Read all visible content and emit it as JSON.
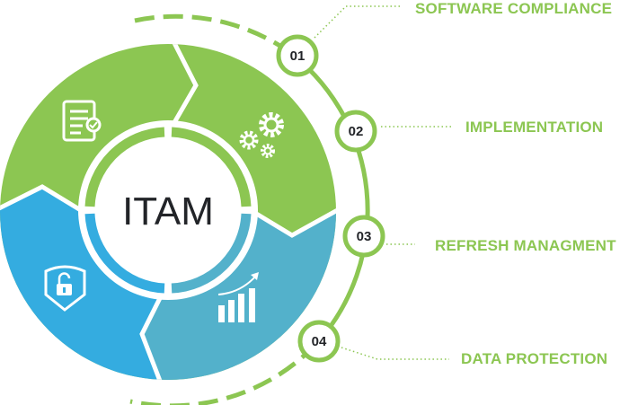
{
  "center_title": "ITAM",
  "steps": [
    {
      "number": "01",
      "label": "SOFTWARE COMPLIANCE",
      "icon": "document-check-icon"
    },
    {
      "number": "02",
      "label": "IMPLEMENTATION",
      "icon": "gears-icon"
    },
    {
      "number": "03",
      "label": "REFRESH MANAGMENT",
      "icon": "bar-chart-growth-icon"
    },
    {
      "number": "04",
      "label": "DATA PROTECTION",
      "icon": "shield-lock-icon"
    }
  ],
  "colors": {
    "green": "#8cc652",
    "blue": "#34ace0",
    "teal": "#53b1cb",
    "text": "#222428"
  }
}
